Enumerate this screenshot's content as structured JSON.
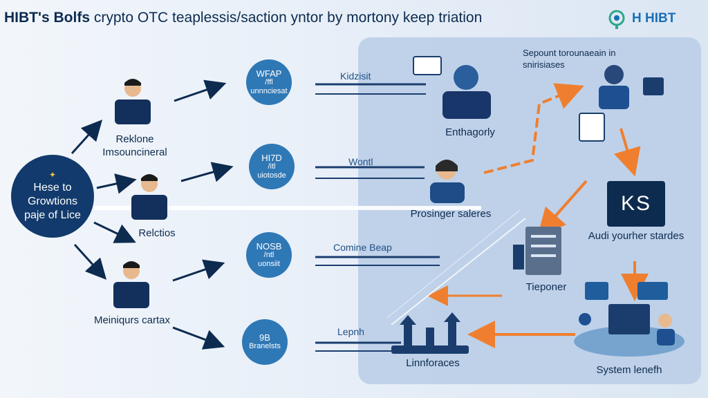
{
  "title": {
    "bold_part": "HIBT's Bolfs",
    "rest": " crypto OTC teaplessis/saction ",
    "tail": "yntor by mortony keep triation"
  },
  "logo": {
    "text": "H HIBT",
    "icon": "gear-globe-logo-icon"
  },
  "hub": {
    "text": "Hese to Growtions paje of Lice"
  },
  "people": [
    {
      "label": "Reklone Imsouncineral"
    },
    {
      "label": "Relctios"
    },
    {
      "label": "Meiniqurs cartax"
    }
  ],
  "circles": [
    {
      "l1": "WFAP",
      "l2": "/ffl",
      "l3": "unnnciesat"
    },
    {
      "l1": "HI7D",
      "l2": "/itl",
      "l3": "uiotosde"
    },
    {
      "l1": "NOSB",
      "l2": "/ntl",
      "l3": "uonsiit"
    },
    {
      "l1": "9B",
      "l2": "Branelsts",
      "l3": ""
    }
  ],
  "lanes": [
    "Kidzisit",
    "Wontl",
    "Comine Beap",
    "Lepnh"
  ],
  "nodes": {
    "enthagorly": "Enthagorly",
    "prosinger": "Prosinger saleres",
    "tieponer": "Tieponer",
    "linnforaces": "Linnforaces",
    "sepount": "Sepount torounaeain in snirisiases",
    "audi": "Audi yourher stardes",
    "system": "System lenefh"
  },
  "monitor": {
    "text": "KS"
  },
  "colors": {
    "accent": "#2f78b6",
    "navy": "#123a6c",
    "orange": "#ef7f2f"
  }
}
